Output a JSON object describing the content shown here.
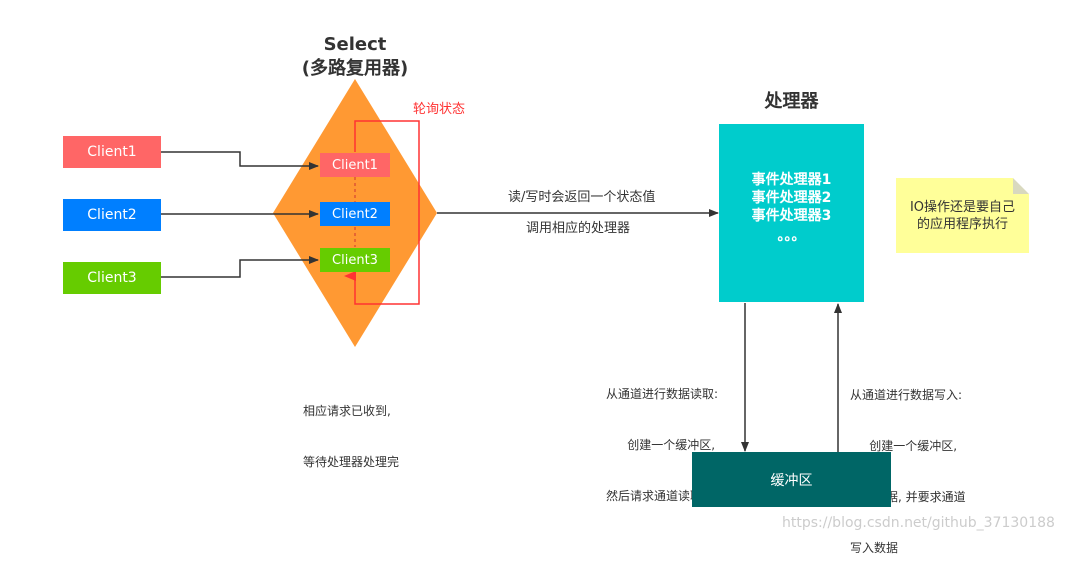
{
  "select": {
    "title_line1": "Select",
    "title_line2": "(多路复用器)",
    "polling_label": "轮询状态",
    "inner_clients": [
      "Client1",
      "Client2",
      "Client3"
    ],
    "caption_line1": "相应请求已收到,",
    "caption_line2": "等待处理器处理完"
  },
  "clients": [
    "Client1",
    "Client2",
    "Client3"
  ],
  "arrow_labels": {
    "top": "读/写时会返回一个状态值",
    "bottom": "调用相应的处理器"
  },
  "handler": {
    "title": "处理器",
    "lines": [
      "事件处理器1",
      "事件处理器2",
      "事件处理器3",
      "。。。"
    ]
  },
  "note": {
    "line1": "IO操作还是要自己",
    "line2": "的应用程序执行"
  },
  "read_label": {
    "line1": "从通道进行数据读取:",
    "line2": "    创建一个缓冲区,",
    "line3": "然后请求通道读取数据"
  },
  "write_label": {
    "line1": "从通道进行数据写入:",
    "line2": "    创建一个缓冲区,",
    "line3": "填充数据, 并要求通道",
    "line4": "写入数据"
  },
  "buffer": {
    "label": "缓冲区"
  },
  "watermark": "https://blog.csdn.net/github_37130188",
  "colors": {
    "client1": "#ff6666",
    "client2": "#007fff",
    "client3": "#66cc00",
    "diamond": "#ff9933",
    "handler": "#00cccc",
    "buffer": "#006666",
    "note": "#ffff99",
    "polling": "#ff3333"
  }
}
